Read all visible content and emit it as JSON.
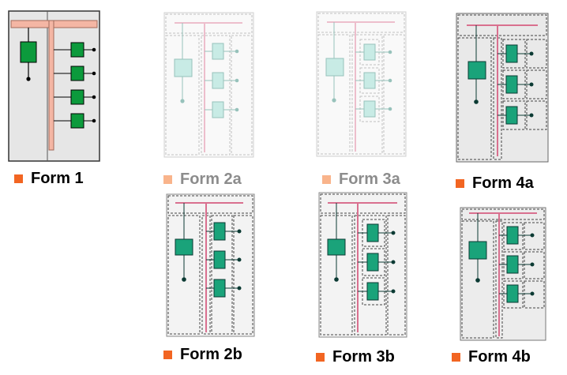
{
  "colors": {
    "accent": "#f26522",
    "accent_faded": "#f9b48b",
    "busbar": "#f4b6a4",
    "busbar_line": "#d9708f",
    "device_green": "#0c9a3c",
    "device_teal": "#1aa37a",
    "device_faded": "#86d5c7",
    "cabinet_grey": "#e6e6e6",
    "label_faded": "#8c8c8c"
  },
  "forms": [
    {
      "id": "form1",
      "label": "Form 1"
    },
    {
      "id": "form2a",
      "label": "Form 2a"
    },
    {
      "id": "form3a",
      "label": "Form 3a"
    },
    {
      "id": "form4a",
      "label": "Form 4a"
    },
    {
      "id": "form2b",
      "label": "Form 2b"
    },
    {
      "id": "form3b",
      "label": "Form 3b"
    },
    {
      "id": "form4b",
      "label": "Form 4b"
    }
  ]
}
